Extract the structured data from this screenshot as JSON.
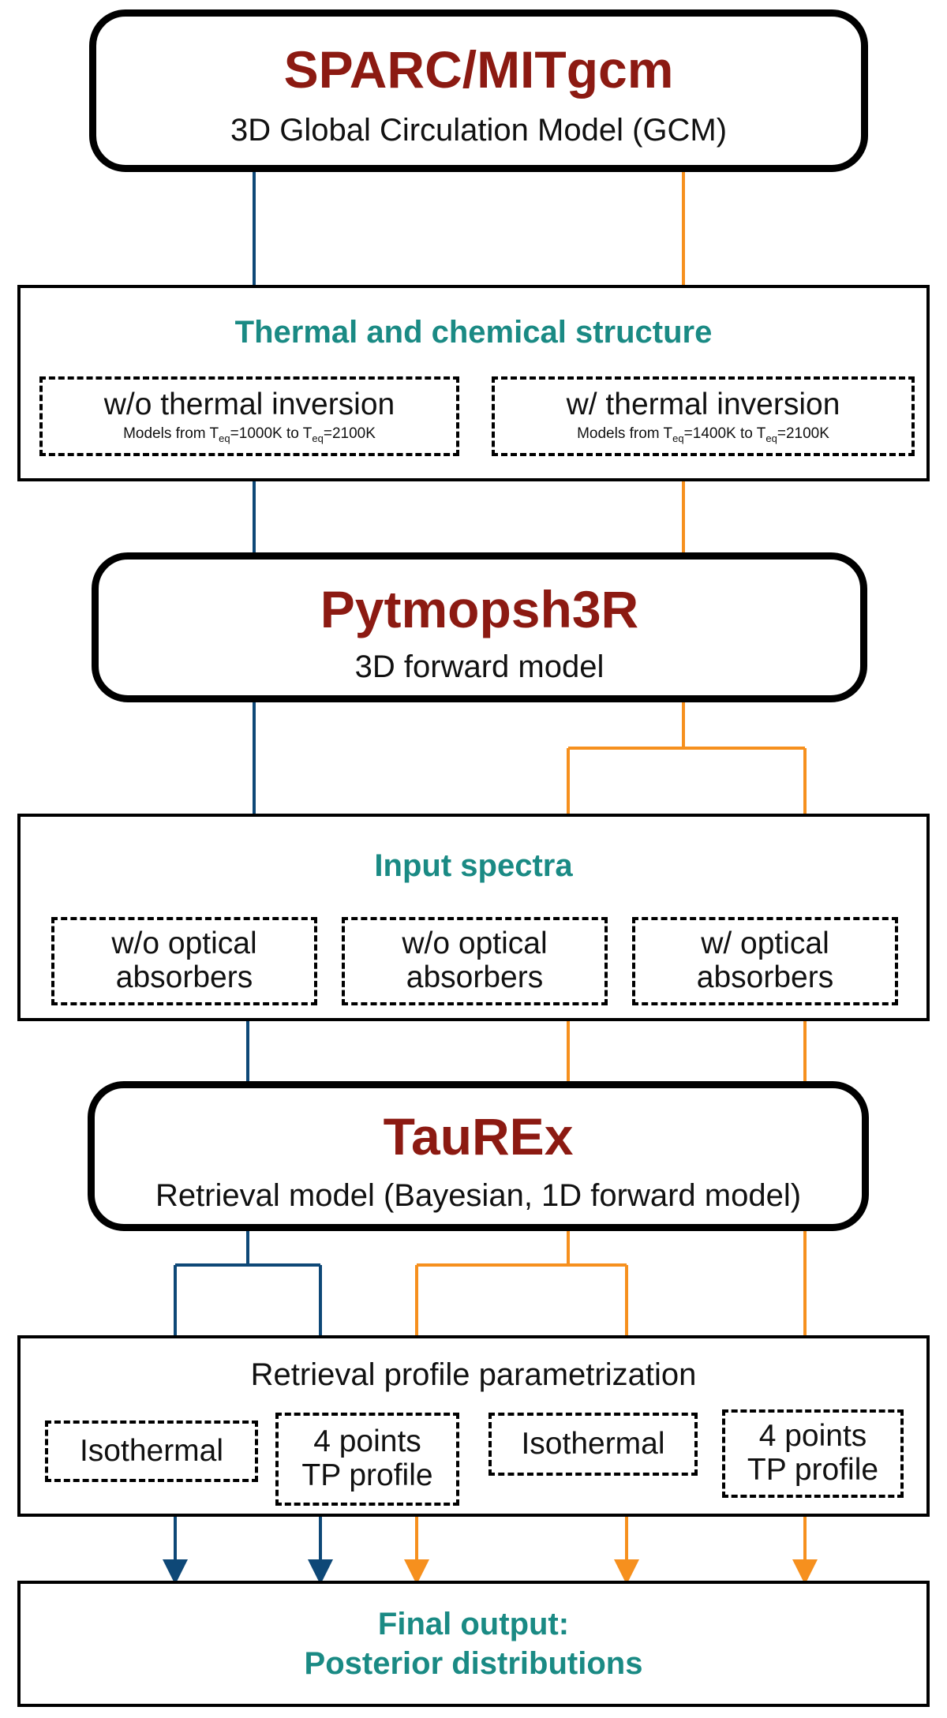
{
  "gcm": {
    "title": "SPARC/MITgcm",
    "subtitle": "3D Global Circulation Model (GCM)"
  },
  "thermal": {
    "title": "Thermal and chemical structure",
    "without_inv": {
      "label": "w/o thermal inversion",
      "models_prefix": "Models from T",
      "t_start": "1000K",
      "models_mid": " to T",
      "t_end": "2100K",
      "sub": "eq"
    },
    "with_inv": {
      "label": "w/ thermal inversion",
      "models_prefix": "Models from T",
      "t_start": "1400K",
      "models_mid": " to T",
      "t_end": "2100K",
      "sub": "eq"
    }
  },
  "pytmosph": {
    "title": "Pytmopsh3R",
    "subtitle": "3D forward model"
  },
  "spectra": {
    "title": "Input spectra",
    "boxes": [
      {
        "line1": "w/o optical",
        "line2": "absorbers"
      },
      {
        "line1": "w/o optical",
        "line2": "absorbers"
      },
      {
        "line1": "w/ optical",
        "line2": "absorbers"
      }
    ]
  },
  "taurex": {
    "title": "TauREx",
    "subtitle": "Retrieval model (Bayesian, 1D forward model)"
  },
  "retrieval": {
    "title": "Retrieval profile parametrization",
    "boxes": [
      {
        "line1": "Isothermal",
        "line2": ""
      },
      {
        "line1": "4 points",
        "line2": "TP profile"
      },
      {
        "line1": "Isothermal",
        "line2": ""
      },
      {
        "line1": "4 points",
        "line2": "TP profile"
      }
    ]
  },
  "final": {
    "line1": "Final output:",
    "line2": "Posterior distributions"
  },
  "colors": {
    "model_title": "#8c1a12",
    "section_title": "#1a8a84",
    "blue_wire": "#0e4877",
    "light_blue_wire": "#c5d6e4",
    "orange_wire": "#f6901e",
    "light_orange_wire": "#fde3c3"
  }
}
